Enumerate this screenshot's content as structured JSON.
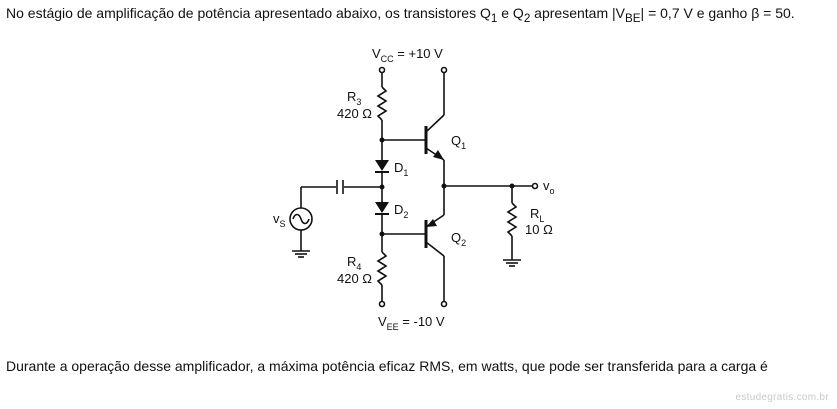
{
  "question": {
    "intro_part1": "No estágio de amplificação de potência apresentado abaixo, os transistores Q",
    "q1_sub": "1",
    "intro_part2": " e Q",
    "q2_sub": "2",
    "intro_part3": " apresentam |V",
    "vbe_sub": "BE",
    "intro_part4": "| = 0,7 V e ganho β = 50.",
    "prompt": "Durante a operação desse amplificador, a máxima potência eficaz RMS, em watts, que pode ser transferida para a carga é"
  },
  "circuit": {
    "vcc": {
      "v": "V",
      "sub": "CC",
      "value": " = +10 V"
    },
    "vee": {
      "v": "V",
      "sub": "EE",
      "value": " = -10 V"
    },
    "r3": {
      "r": "R",
      "sub": "3",
      "value": "420 Ω"
    },
    "r4": {
      "r": "R",
      "sub": "4",
      "value": "420 Ω"
    },
    "rl": {
      "r": "R",
      "sub": "L",
      "value": "10 Ω"
    },
    "d1": {
      "d": "D",
      "sub": "1"
    },
    "d2": {
      "d": "D",
      "sub": "2"
    },
    "q1": {
      "q": "Q",
      "sub": "1"
    },
    "q2": {
      "q": "Q",
      "sub": "2"
    },
    "vs": {
      "v": "v",
      "sub": "S"
    },
    "vo": {
      "v": "v",
      "sub": "o"
    }
  },
  "watermark": "estudegratis.com.br"
}
